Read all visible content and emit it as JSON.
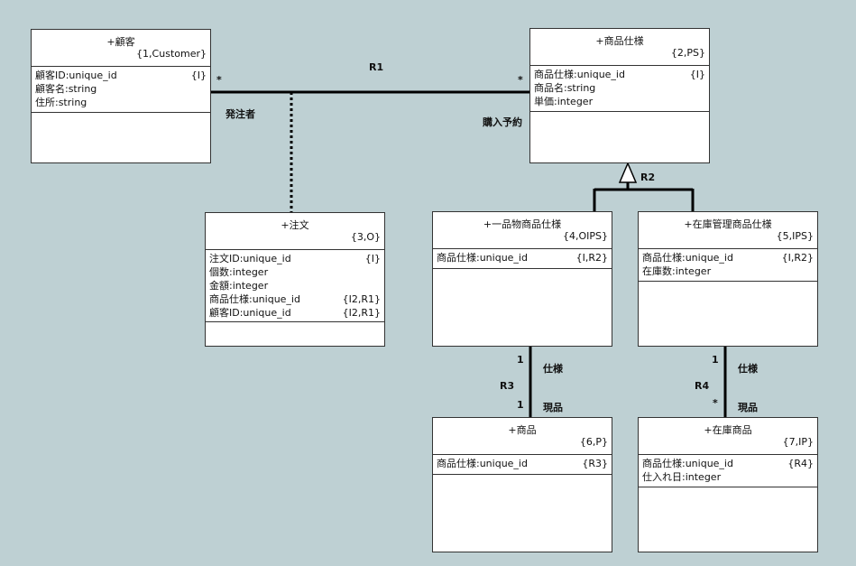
{
  "classes": {
    "customer": {
      "name": "+顧客",
      "key": "{1,Customer}",
      "attrs": [
        {
          "text": "顧客ID:unique_id",
          "tag": "{I}"
        },
        {
          "text": "顧客名:string",
          "tag": ""
        },
        {
          "text": "住所:string",
          "tag": ""
        }
      ]
    },
    "product_spec": {
      "name": "+商品仕様",
      "key": "{2,PS}",
      "attrs": [
        {
          "text": "商品仕様:unique_id",
          "tag": "{I}"
        },
        {
          "text": "商品名:string",
          "tag": ""
        },
        {
          "text": "単価:integer",
          "tag": ""
        }
      ]
    },
    "order": {
      "name": "+注文",
      "key": "{3,O}",
      "attrs": [
        {
          "text": "注文ID:unique_id",
          "tag": "{I}"
        },
        {
          "text": "個数:integer",
          "tag": ""
        },
        {
          "text": "金額:integer",
          "tag": ""
        },
        {
          "text": "商品仕様:unique_id",
          "tag": "{I2,R1}"
        },
        {
          "text": "顧客ID:unique_id",
          "tag": "{I2,R1}"
        }
      ]
    },
    "single_spec": {
      "name": "+一品物商品仕様",
      "key": "{4,OIPS}",
      "attrs": [
        {
          "text": "商品仕様:unique_id",
          "tag": "{I,R2}"
        }
      ]
    },
    "stock_spec": {
      "name": "+在庫管理商品仕様",
      "key": "{5,IPS}",
      "attrs": [
        {
          "text": "商品仕様:unique_id",
          "tag": "{I,R2}"
        },
        {
          "text": "在庫数:integer",
          "tag": ""
        }
      ]
    },
    "product": {
      "name": "+商品",
      "key": "{6,P}",
      "attrs": [
        {
          "text": "商品仕様:unique_id",
          "tag": "{R3}"
        }
      ]
    },
    "stock_product": {
      "name": "+在庫商品",
      "key": "{7,IP}",
      "attrs": [
        {
          "text": "商品仕様:unique_id",
          "tag": "{R4}"
        },
        {
          "text": "仕入れ日:integer",
          "tag": ""
        }
      ]
    }
  },
  "relations": {
    "r1": {
      "id": "R1",
      "mult_left": "*",
      "mult_right": "*",
      "role_left": "発注者",
      "role_right": "購入予約"
    },
    "r2": {
      "id": "R2"
    },
    "r3": {
      "id": "R3",
      "mult_top": "1",
      "mult_bottom": "1",
      "role_top": "仕様",
      "role_bottom": "現品"
    },
    "r4": {
      "id": "R4",
      "mult_top": "1",
      "mult_bottom": "*",
      "role_top": "仕様",
      "role_bottom": "現品"
    }
  },
  "colors": {
    "background": "#bed0d3",
    "box": "#ffffff",
    "line": "#000000"
  }
}
